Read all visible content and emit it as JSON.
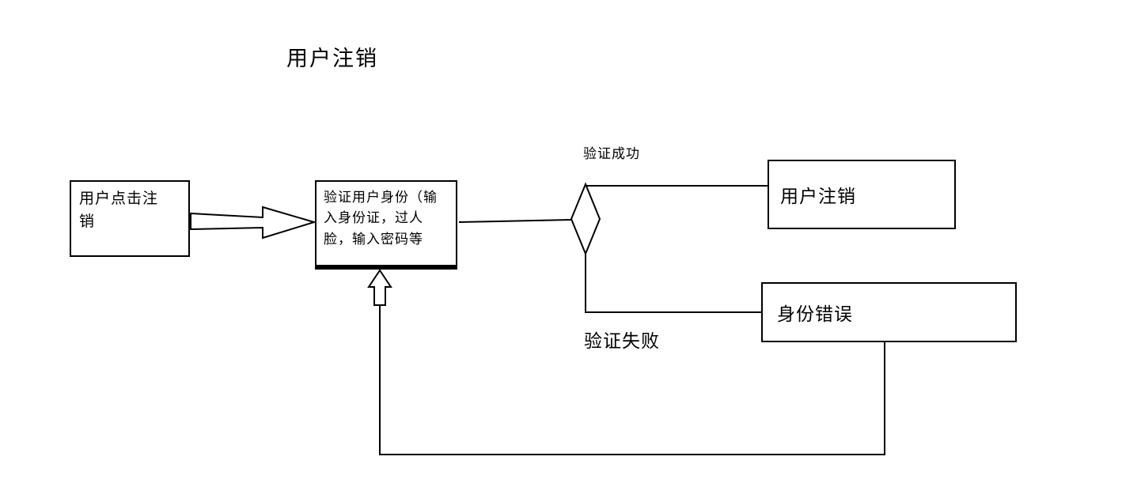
{
  "title": "用户注销",
  "nodes": {
    "start": {
      "label": "用户点击注\n销"
    },
    "verify": {
      "label": "验证用户身份（输\n入身份证，过人\n脸，输入密码等"
    },
    "success": {
      "label": "用户注销"
    },
    "failure": {
      "label": "身份错误"
    }
  },
  "edges": {
    "success_label": "验证成功",
    "failure_label": "验证失败"
  },
  "colors": {
    "stroke": "#000000",
    "background": "#ffffff"
  }
}
